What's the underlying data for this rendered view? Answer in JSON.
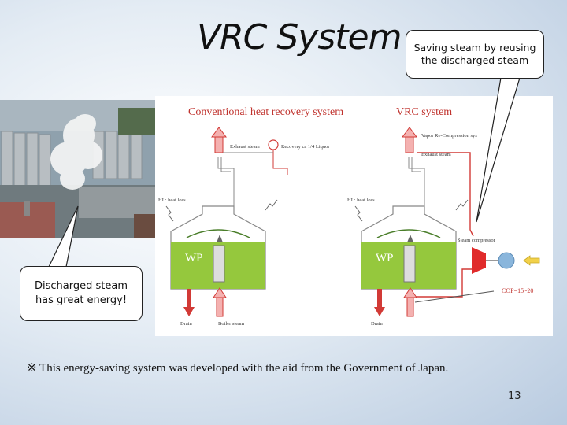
{
  "slide": {
    "title": "VRC System",
    "callout_top": "Saving steam by reusing the discharged steam",
    "callout_left": "Discharged steam has great energy!",
    "footnote": "※  This energy-saving system was developed with the aid from the Government of Japan.",
    "page_number": "13"
  },
  "diagram": {
    "conventional": {
      "heading": "Conventional heat recovery system",
      "exhaust_label": "Exhaust steam",
      "recovery_label": "Recovery ca 1/4 Liquor",
      "heat_loss_label": "HL: heat loss",
      "vessel_label": "WP",
      "drain_label": "Drain",
      "boiler_label": "Boiler steam"
    },
    "vrc": {
      "heading": "VRC system",
      "vapor_label": "Vapor Re-Compression sys",
      "exhaust_label": "Exhaust steam",
      "heat_loss_label": "HL: heat loss",
      "vessel_label": "WP",
      "compressor_label": "Steam compressor",
      "cop_label": "COP=15~20",
      "drain_label": "Drain"
    }
  }
}
